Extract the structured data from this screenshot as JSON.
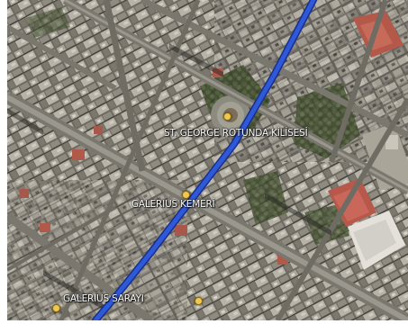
{
  "map": {
    "view": "satellite",
    "route": {
      "color": "#2e59d9",
      "color_outline": "#1a2f8a"
    },
    "places": [
      {
        "id": "rotunda",
        "label": "ST. GEORGE ROTUNDA KİLİSESİ",
        "marker_icon": "dot-marker-icon"
      },
      {
        "id": "kemeri",
        "label": "GALERIUS KEMERİ",
        "marker_icon": "dot-marker-icon"
      },
      {
        "id": "sarayi",
        "label": "GALERIUS SARAYI",
        "marker_icon": "dot-marker-icon"
      }
    ]
  }
}
